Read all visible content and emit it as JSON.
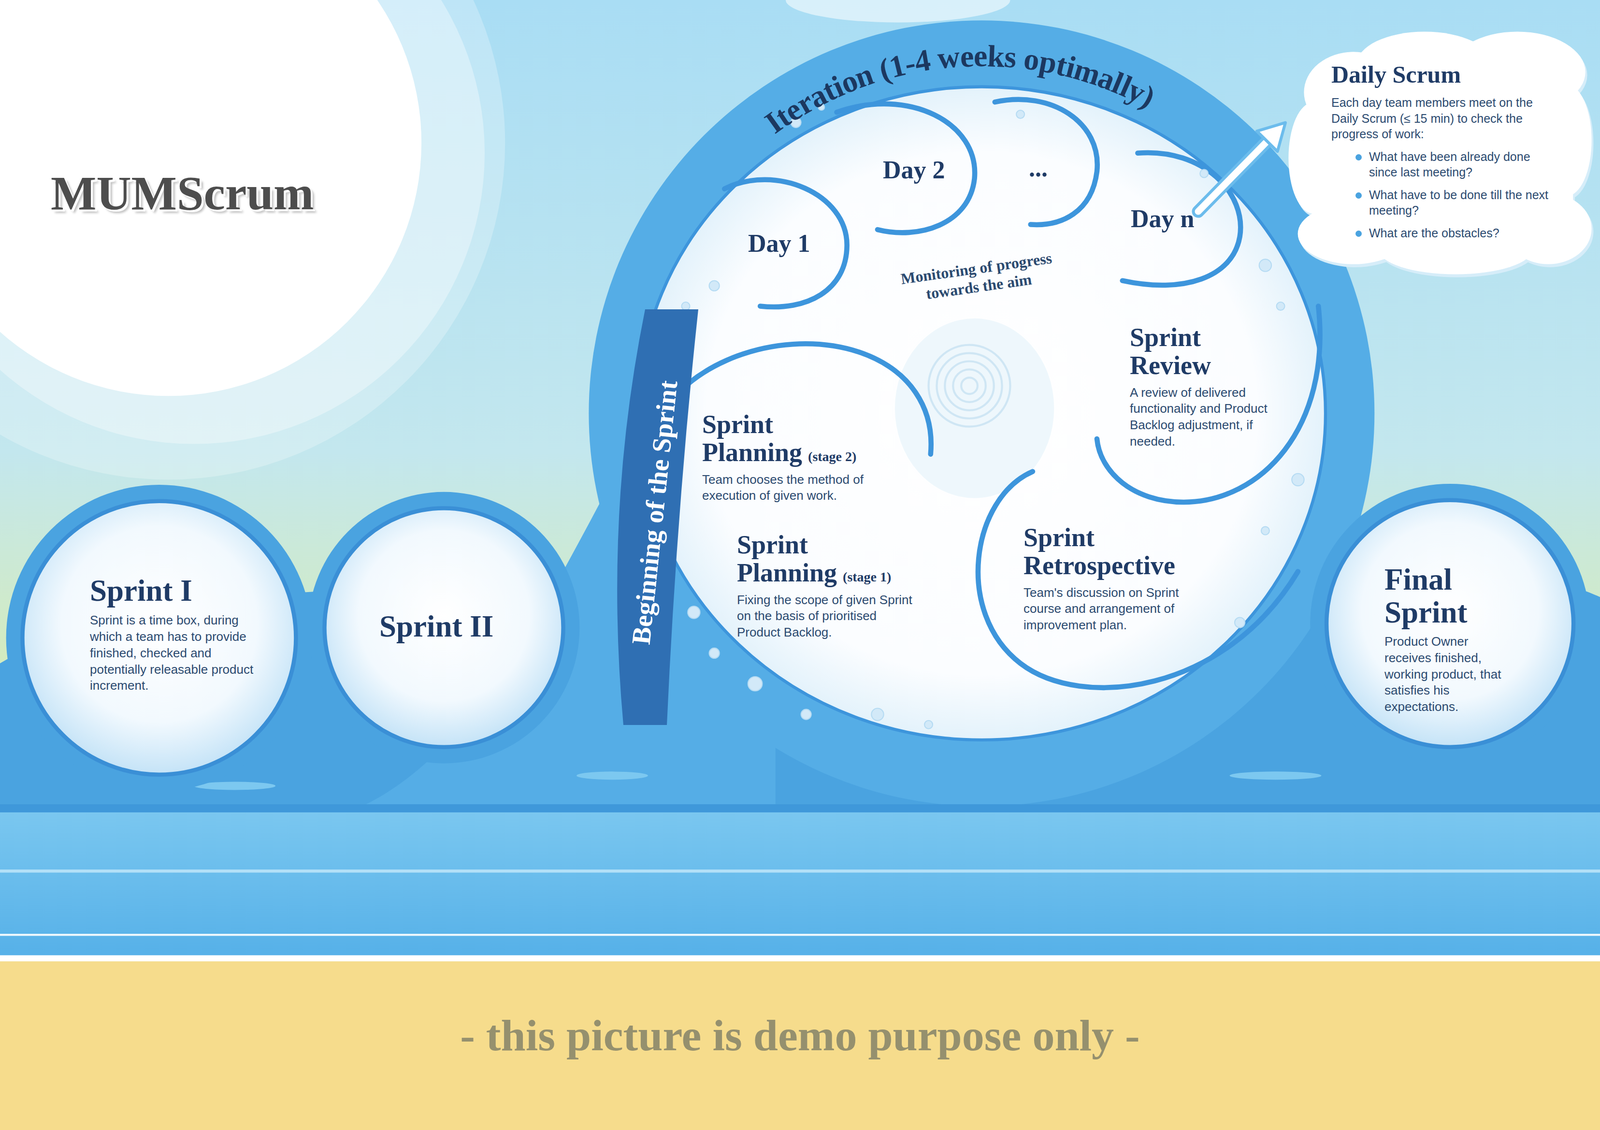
{
  "diagram": {
    "title": "MUMScrum",
    "nodes": [
      {
        "text": [
          "Sprint I",
          "Sprint is a time box, during which a team has to provide finished, checked and potentially releasable product increment."
        ]
      },
      {
        "text": [
          "Sprint II"
        ]
      },
      {
        "text": [
          "Iteration (1-4 weeks optimally)",
          "Monitoring of progress towards the aim"
        ]
      },
      {
        "text": [
          "Day 1"
        ],
        "in": 2
      },
      {
        "text": [
          "Day 2"
        ],
        "in": 2
      },
      {
        "text": [
          "..."
        ],
        "in": 2
      },
      {
        "text": [
          "Day n"
        ],
        "in": 2
      },
      {
        "text": [
          "Sprint Planning",
          "(stage 2)",
          "Team chooses the method of execution of given work."
        ],
        "in": 2
      },
      {
        "text": [
          "Sprint Planning",
          "(stage 1)",
          "Fixing the scope of given Sprint on the basis of prioritised Product Backlog."
        ],
        "in": 2
      },
      {
        "text": [
          "Sprint Review",
          "A review of delivered functionality and Product Backlog adjustment, if needed."
        ],
        "in": 2
      },
      {
        "text": [
          "Sprint Retrospective",
          "Team's discussion on Sprint course and arrangement of improvement plan."
        ],
        "in": 2
      },
      {
        "text": [
          "Daily Scrum",
          "Each day team members meet on the Daily Scrum (≤ 15 min) to check the progress of work:",
          "What have been already done since last meeting?",
          "What have to be done till the next meeting?",
          "What are the obstacles?"
        ]
      },
      {
        "text": [
          "Final Sprint",
          "Product Owner receives finished, working product, that satisfies his expectations."
        ]
      }
    ],
    "edges": [
      {
        "from": 6,
        "to": 11,
        "arrow": "to"
      }
    ],
    "labels": [
      "Beginning of the Sprint",
      "- this picture is demo purpose only -"
    ]
  }
}
